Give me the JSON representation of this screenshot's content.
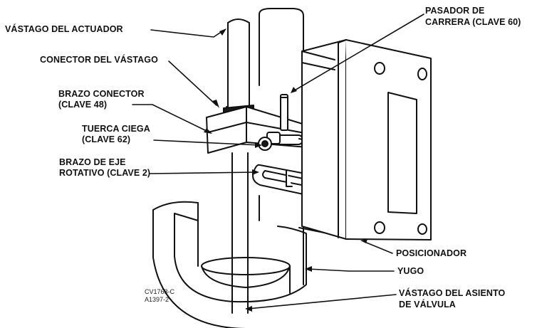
{
  "labels": {
    "actuator_stem": "VÁSTAGO DEL ACTUADOR",
    "stem_connector": "CONECTOR DEL VÁSTAGO",
    "connector_arm_l1": "BRAZO CONECTOR",
    "connector_arm_l2": "(CLAVE 48)",
    "cap_nut_l1": "TUERCA CIEGA",
    "cap_nut_l2": "(CLAVE 62)",
    "shaft_arm_l1": "BRAZO DE EJE",
    "shaft_arm_l2": "ROTATIVO (CLAVE 2)",
    "travel_pin_l1": "PASADOR DE",
    "travel_pin_l2": "CARRERA (CLAVE 60)",
    "positioner": "POSICIONADOR",
    "yoke": "YUGO",
    "seat_stem_l1": "VÁSTAGO DEL ASIENTO",
    "seat_stem_l2": "DE VÁLVULA"
  },
  "codes": {
    "line1": "CV1768-C",
    "line2": "A1397-2"
  }
}
